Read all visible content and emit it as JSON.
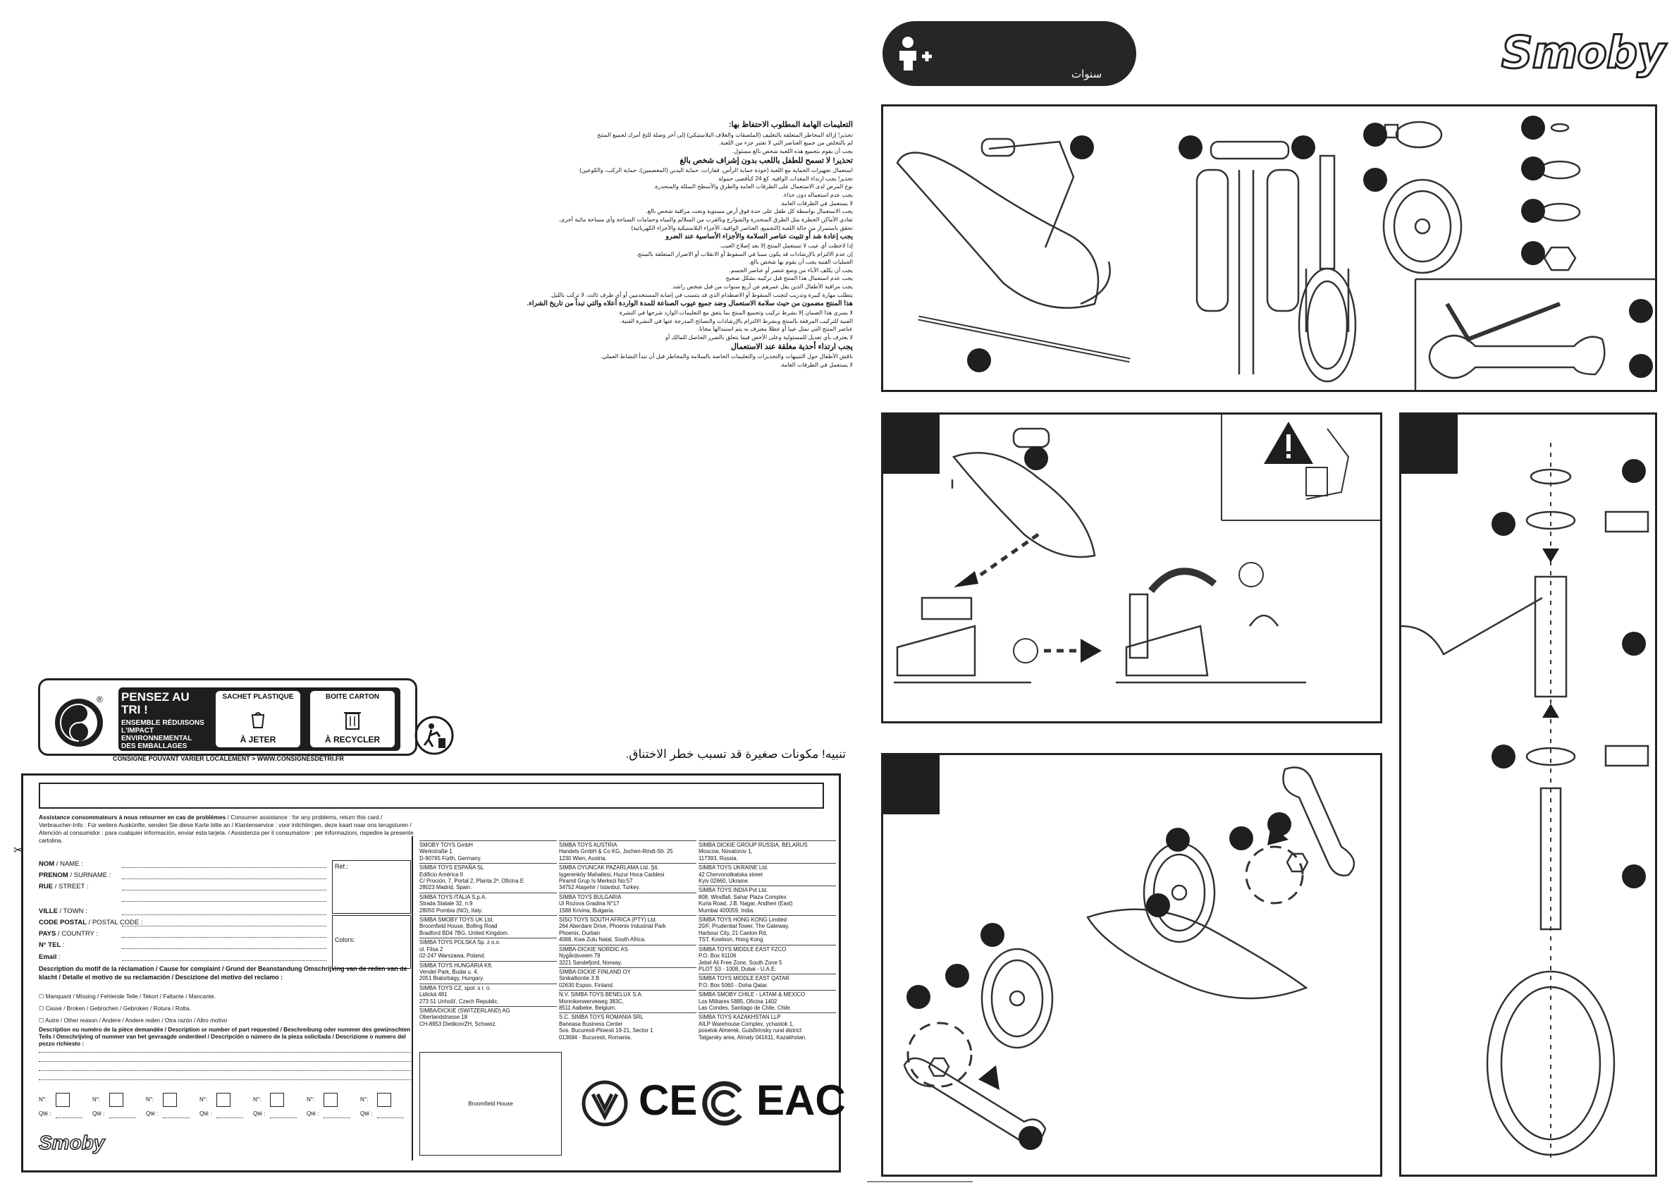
{
  "header": {
    "brand": "Smoby",
    "age_label": "سنوات",
    "age_icon": "child-plus-icon"
  },
  "arabic_instructions": {
    "lines": [
      "التعليمات الهامة المطلوب الاحتفاظ بها:",
      "تحذير! إزالة المخاطر المتعلقة بالتغليف (الملصقات والغلاف البلاستيكي) إلى آخر وصلة للتخ أمرك لجميع المنتج",
      "لم بالتخلص من جميع العناصر التي لا تعتبر جزء من اللعبة.",
      "يجب أن يقوم بتجميع هذه اللعبة شخص بالغ مسئول.",
      "تحذير! لا تسمح للطفل باللعب بدون إشراف شخص بالغ",
      "استعمال تجهيزات الحماية مع اللعبة (خوذة حماية الرأس، قفازات، حماية اليدين (المعصمين)، حماية الركب، والكوعين)",
      "تحذير! يجب ارتداء المعدات الواقية.        كغ 24 كبأقصى حمولة",
      "نوع المرض لدى الاستعمال على الطرقات العامة والطرق والأسطح المبللة والمنحدرة.",
      "يجب عدم استعماله دون حذاء.",
      "لا يستعمل في الطرقات العامة.",
      "يجب الاستعمال بواسطة كل طفل على حدة فوق أرض مستوية وتحت مراقبة شخص بالغ.",
      "تفادي الأماكن الخطرة مثل الطرق المنحدرة والشوارع وبالقرب من السلالم والمياه وحمامات السباحة وأي مساحة مائية أخرى.",
      "تحقق باستمرار من حالة اللعبة (التجميع، العناصر الواقية، الأجزاء البلاستيكية والأجزاء الكهربائية)",
      "يجب إعادة شد أو تثبيت عناصر السلامة والأجزاء الأساسية عند الضرو",
      "إذا لاحظت أي عيب لا تستعمل المنتج إلا بعد إصلاح العيب.",
      "إن عدم الالتزام بالإرشادات قد يكون سببا في السقوط أو الانقلاب أو الاضرار المتعلقة بالمنتج.",
      "العمليات الفنية يجب أن يقوم بها شخص بالغ.",
      "يجب أن يكلف الآباء من وضع عنصر أو عناصر الجسم.",
      "يجب عدم استعمال هذا المنتج قبل تركيبه بشكل صحيح",
      "يجب مراقبة الأطفال الذين يقل عمرهم عن أربع سنوات من قبل شخص راشد.",
      "يتطلب مهارة كبيرة وتدريب لتجنب السقوط أو الاصطدام الذي قد يتسبب في إصابة المستخدمين أو أي طرف ثالث. لا تركب بالليل.",
      "هذا المنتج مضمون من حيث سلامة الاستعمال وضد جميع عيوب الصناعة للمدة الواردة أعلاه والتي تبدأ من تاريخ الشراء.",
      "لا يسري هذا الضمان إلا بشرط تركيب وتجميع المنتج بما يتفق مع التعليمات الوارد شرحها في النشرة",
      "الفنية للتركيب المرفقة بالمنتج وبشرط الالتزام بالإرشادات والنصائح المدرجة عنها في النشرة الفنية.",
      "عناصر المنتج التي تمثل عيبا أو عطلا معترف به يتم استبدالها مجانا.",
      "لا يعترف بأي تعديل للمسئولية وعلى الأخص فيما يتعلق بالضرر الحاصل للمالك أو",
      "يجب ارتداء أحذية مغلقة عند الاستعمال",
      "ناقش الأطفال حول التنبيهات والتحذيرات والتعليمات الخاصة بالسلامة والمخاطر قبل أن تبدأ النشاط العملي.",
      "لا يستعمل في الطرقات العامة."
    ],
    "warning_choking": "تنبيه! مكونات صغيرة قد تسبب خطر الاختناق."
  },
  "recycling": {
    "logo_icon": "green-dot-icon",
    "registered_mark": "®",
    "title": "PENSEZ AU TRI !",
    "subtitle": "ENSEMBLE RÉDUISONS L'IMPACT ENVIRONNEMENTAL DES EMBALLAGES",
    "bag_label": "SACHET PLASTIQUE",
    "bag_action": "À JETER",
    "box_label": "BOITE CARTON",
    "box_action": "À RECYCLER",
    "consigne": "CONSIGNE POUVANT VARIER LOCALEMENT > WWW.CONSIGNESDETRI.FR"
  },
  "complaint_card": {
    "assist_line1_bold": "Assistance consommateurs à nous retourner en cas de problèmes",
    "assist_line1_rest": " / Consumer assistance : for any problems, return this card /",
    "assist_line2": "Verbraucher-Info : Für weitere Auskünfte, senden Sie diese Karte bitte an / Klantenservice : voor inlichtingen, deze kaart naar ons terugsturen /",
    "assist_line3": "Atención al consumidor : para cualquier información, enviar esta tarjeta. / Assistenza per il consumatore : per informazioni, rispedire la presente cartolina.",
    "fields": [
      {
        "label": "NOM",
        "sub": " / NAME :"
      },
      {
        "label": "PRENOM",
        "sub": " / SURNAME :"
      },
      {
        "label": "RUE",
        "sub": " / STREET :"
      },
      {
        "label": "",
        "sub": ""
      },
      {
        "label": "VILLE",
        "sub": " / TOWN :"
      },
      {
        "label": "CODE POSTAL",
        "sub": " / POSTAL CODE :"
      },
      {
        "label": "PAYS",
        "sub": " / COUNTRY :"
      },
      {
        "label": "N° TEL",
        "sub": " :"
      },
      {
        "label": "Email",
        "sub": " :"
      }
    ],
    "ref_label": "Réf.:",
    "colors_label": "Colors:",
    "desc_title": "Description du motif de la réclamation / Cause for complaint / Grund der Beanstandung Omschrijving  van de reden van de klacht / Detalle el motivo de su reclamación / Descizione del motivo del reclamo :",
    "checks": [
      "Manquant / Missing / Fehlende Teile / Tekort / Faltante / Mancante.",
      "Cassé / Broken / Gebrochen / Gebroken / Rotura / Rotta.",
      "Autre / Other reason / Andere / Andere reden / Otra razón / Altro motivo"
    ],
    "part_desc": "Description ou numéro de la pièce demandée / Description or number of part requested / Beschreibung oder nummer des gewünschten Teils / Omschrijving of nummer van het gevraagde onderdeel / Descripción o número de la pieza solicitada / Descrizione o numero del pezzo richiesto :",
    "n_label": "N°:",
    "qte_label": "Qté :",
    "bloomfield": "Broomfield House",
    "brand_small": "Smoby",
    "addresses": [
      [
        "SMOBY TOYS GmbH\nWerkstraße 1\nD-90765 Fürth, Germany.",
        "SIMBA TOYS ESPAÑA SL\nEdificio América II\nC/ Proción, 7, Portal 2, Planta 2ª, Oficina E\n28023 Madrid, Spain.",
        "SIMBA TOYS ITALIA S.p.A.\nStrada Statale 32, n.9\n28050 Pombia (NO), Italy.",
        "SIMBA SMOBY TOYS UK Ltd.\nBroomfield House, Bolling Road\nBradford BD4 7BG, United Kingdom.",
        "SIMBA TOYS POLSKA Sp. z o.o.\nul. Flisa 2\n02-247 Warszawa, Poland.",
        "SIMBA TOYS HUNGÁRIA Kft.\nVendel Park, Budai u. 4.\n2051 Biatorbágy, Hungary.",
        "SIMBA TOYS CZ, spol. s r. o.\nLidická 481\n273 51 Unhošť, Czech Republic.",
        "SIMBA/DICKIE (SWITZERLAND) AG\nOberlandstrasse 18\nCH-8953 Dietikon/ZH, Schweiz."
      ],
      [
        "SIMBA TOYS AUSTRIA\nHandels GmbH & Co KG, Jochen-Rindt-Str. 25\n1230 Wien, Austria.",
        "SIMBA OYUNCAK PAZARLAMA Ltd. Şti.\nIşgerenköy Mahallesi, Huzur Hoca Caddesi\nPiramit Grup Is Merkezi No:57\n34752 Ataşehir / Istanbul, Turkey.",
        "SIMBA TOYS BULGARIA\nUl Rozova Gradina N°17\n1588 Krivina, Bulgaria.",
        "SISO TOYS SOUTH AFRICA (PTY) Ltd.\n264 Aberdare Drive, Phoenix Industrial Park\nPhoenix, Durban\n4068, Kwa Zulu Natal, South Africa.",
        "SIMBA-DICKIE NORDIC AS\nNygårdsveien 79\n3221 Sandefjord, Norway.",
        "SIMBA-DICKIE FINLAND OY\nSinikalliontie 3 B\n02630 Espoo, Finland.",
        "N.V. SIMBA TOYS BENELUX S.A.\nMonnikenwerveweg 383C,\n8511 Aalbeke, Belgium.",
        "S.C. SIMBA TOYS ROMANIA SRL\nBaneasa Business Center\nSos. Bucuresti-Ploiesti 19-21, Sector 1\n013694 - Bucuresti, Romania."
      ],
      [
        "SIMBA DICKIE GROUP RUSSIA, BELARUS\nMoscow, Novatorov 1,\n117393, Russia.",
        "SIMBA TOYS UKRAINE Ltd.\n42 Chervonotkatska street\nKyiv 02660, Ukraine.",
        "SIMBA TOYS INDIA Pvt Ltd.\n808, Windfall, Sahar Plaza Complex\nKurla Road, J.B. Nagar, Andheri (East)\nMumbai 400059, India.",
        "SIMBA TOYS HONG KONG Limited\n20/F, Prudential Tower, The Gateway,\nHarbour City, 21 Canton Rd,\nTST, Kowloon, Hong Kong.",
        "SIMBA TOYS MIDDLE EAST FZCO\nP.O. Box 61106\nJebel Ali Free Zone, South Zone 5\nPLOT S3 - 1008, Dubai - U.A.E.",
        "SIMBA TOYS MIDDLE EAST QATAR\nP.O. Box 5060 - Doha Qatar.",
        "SIMBA SMOBY CHILE - LATAM & MEXICO\nLos Militares 5885, Oficina 1402\nLas Condes, Santiago de Chile, Chile.",
        "SIMBA TOYS KAZAKHSTAN LLP\nAILP Warehouse Complex, ychastok 1,\nposelok Almerek, Gulsfiirinsky rural district\nTalgarsky area, Almaty 041611, Kazakhstan."
      ]
    ],
    "certifications": [
      "CE",
      "EAC"
    ]
  },
  "diagram_icons": {
    "seat_part": "balance-bike-seat-icon",
    "handlebar_part": "handlebar-icon",
    "fork_wheel_part": "fork-wheel-icon",
    "clamp_part": "seat-clamp-icon",
    "wheel_part": "wheel-icon",
    "washers": [
      "washer-icon",
      "bearing-cup-icon",
      "bearing-ring-icon",
      "nut-icon"
    ],
    "tools": [
      "allen-key-icon",
      "spanner-icon"
    ],
    "warning": "warning-triangle-icon"
  }
}
